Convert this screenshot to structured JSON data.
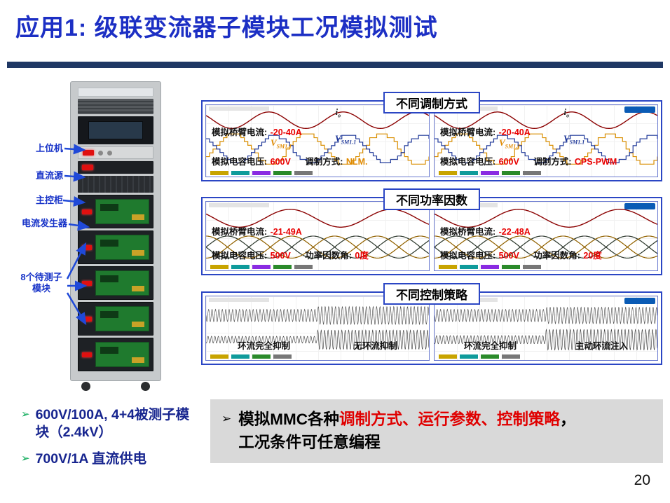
{
  "slide": {
    "title": "应用1: 级联变流器子模块工况模拟测试",
    "page_number": "20"
  },
  "rack": {
    "labels": {
      "host": "上位机",
      "dc_source": "直流源",
      "main_control": "主控柜",
      "current_gen": "电流发生器",
      "modules_line1": "8个待测子",
      "modules_line2": "模块"
    }
  },
  "panels": [
    {
      "header": "不同调制方式",
      "scopes": [
        {
          "io_letter": "i",
          "io_sub": "o",
          "current_label": "模拟桥臂电流:",
          "current_value": "-20-40A",
          "v_letter": "V",
          "v_sub": "SM1.1",
          "cap_label": "模拟电容电压:",
          "cap_value": "600V",
          "mode_label": "调制方式:",
          "mode_value": "NLM."
        },
        {
          "io_letter": "i",
          "io_sub": "o",
          "current_label": "模拟桥臂电流:",
          "current_value": "-20-40A",
          "v_letter": "V",
          "v_sub": "SM1.1",
          "cap_label": "模拟电容电压:",
          "cap_value": "600V",
          "mode_label": "调制方式:",
          "mode_value": "CPS-PWM"
        }
      ]
    },
    {
      "header": "不同功率因数",
      "scopes": [
        {
          "current_label": "模拟桥臂电流:",
          "current_value": "-21-49A",
          "cap_label": "模拟电容电压:",
          "cap_value": "500V",
          "angle_label": "功率因数角:",
          "angle_value": "0度"
        },
        {
          "current_label": "模拟桥臂电流:",
          "current_value": "-22-48A",
          "cap_label": "模拟电容电压:",
          "cap_value": "500V",
          "angle_label": "功率因数角:",
          "angle_value": "20度"
        }
      ]
    },
    {
      "header": "不同控制策略",
      "scopes": [
        {
          "tag1": "环流完全抑制",
          "tag2": "无环流抑制"
        },
        {
          "tag1": "环流完全抑制",
          "tag2": "主动环流注入"
        }
      ]
    }
  ],
  "bullets": [
    {
      "marker": "➢",
      "text": "600V/100A, 4+4被测子模块（2.4kV）"
    },
    {
      "marker": "➢",
      "text": "700V/1A 直流供电"
    }
  ],
  "note": {
    "marker": "➢",
    "segments": [
      {
        "text": "模拟MMC各种"
      },
      {
        "text": "调制方式、运行参数、控制策略"
      },
      {
        "text": "，"
      }
    ],
    "line2": "工况条件可任意编程"
  },
  "colors": {
    "title_blue": "#1c2fc4",
    "label_blue": "#1632c8",
    "rule_navy": "#1f3864",
    "panel_border": "#2b46c4",
    "value_red": "#e80000",
    "accent_orange": "#e08a00",
    "navy_trace": "#1f3899",
    "dark_red_trace": "#8b0000",
    "note_bg": "#d9d9d9",
    "bullet_green": "#00a650"
  }
}
